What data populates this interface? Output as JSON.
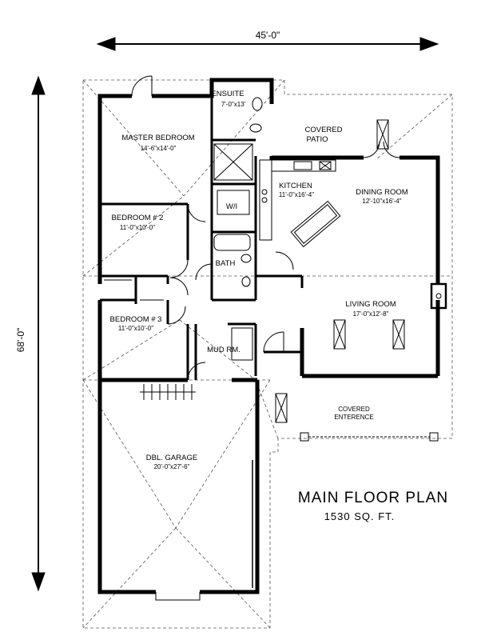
{
  "dimensions": {
    "width_overall": "45'-0\"",
    "depth_overall": "68'-0\""
  },
  "rooms": {
    "ensuite": {
      "name": "ENSUITE",
      "size": "7'-0\"x13'"
    },
    "master": {
      "name": "MASTER BEDROOM",
      "size": "14'-6\"x14'-0\""
    },
    "covered_patio": {
      "line1": "COVERED",
      "line2": "PATIO"
    },
    "kitchen": {
      "name": "KITCHEN",
      "size": "11'-0\"x16'-4\""
    },
    "dining": {
      "name": "DINING ROOM",
      "size": "12'-10\"x16'-4\""
    },
    "wic": {
      "name": "W/I"
    },
    "bedroom2": {
      "name": "BEDROOM # 2",
      "size": "11'-0\"x10'-0\""
    },
    "bath": {
      "name": "BATH"
    },
    "living": {
      "name": "LIVING ROOM",
      "size": "17'-0\"x12'-8\""
    },
    "bedroom3": {
      "name": "BEDROOM # 3",
      "size": "11'-0\"x10'-0\""
    },
    "mudroom": {
      "name": "MUD RM."
    },
    "covered_entrance": {
      "line1": "COVERED",
      "line2": "ENTERENCE"
    },
    "garage": {
      "name": "DBL. GARAGE",
      "size": "20'-0\"x27'-6\""
    }
  },
  "title": {
    "heading": "MAIN FLOOR PLAN",
    "area": "1530 SQ. FT."
  },
  "colors": {
    "ink": "#000000",
    "background": "#ffffff"
  }
}
